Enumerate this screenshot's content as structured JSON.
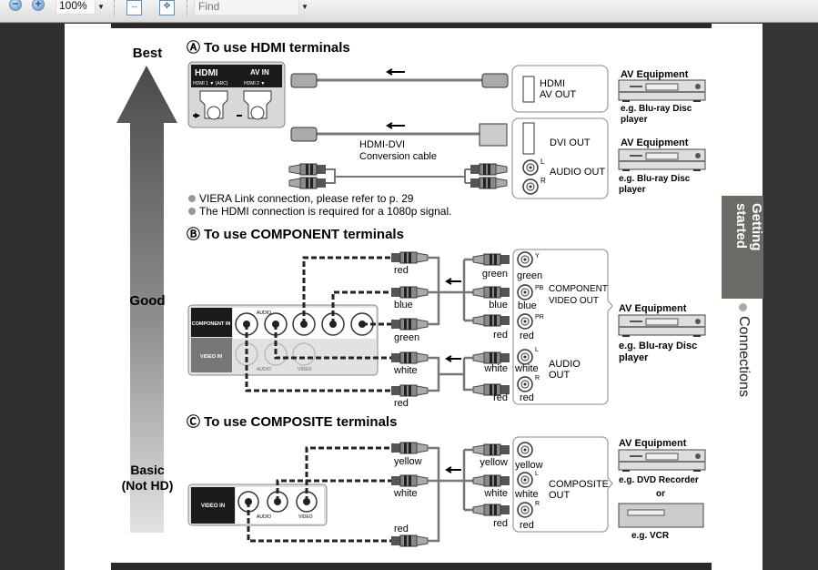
{
  "toolbar": {
    "zoom_value": "100%",
    "find_placeholder": "Find",
    "icons": [
      "zoom-out-icon",
      "zoom-in-icon",
      "fit-width-icon",
      "fit-page-icon"
    ]
  },
  "quality": {
    "best": "Best",
    "good": "Good",
    "basic": "Basic",
    "basic_sub": "(Not HD)"
  },
  "hdmi": {
    "title": "Ⓐ To use HDMI terminals",
    "tv_logo": "HDMI",
    "tv_avin": "AV IN",
    "port1": "HDMI 1 ▼ (ARC)",
    "port2": "HDMI 2 ▼",
    "box1": [
      "HDMI",
      "AV OUT"
    ],
    "cable2_label": [
      "HDMI-DVI",
      "Conversion cable"
    ],
    "dvi_out": "DVI OUT",
    "audio_out": "AUDIO OUT",
    "l": "L",
    "r": "R",
    "equip": "AV Equipment",
    "equip_sub": [
      "e.g. Blu-ray Disc",
      "player"
    ],
    "notes": [
      "VIERA Link connection, please refer to p. 29",
      "The HDMI connection is required for a 1080p signal."
    ]
  },
  "component": {
    "title": "Ⓑ To use COMPONENT terminals",
    "panel_comp": "COMPONENT IN",
    "panel_video": "VIDEO IN",
    "audio": "AUDIO",
    "video": "VIDEO",
    "left_labels": [
      "red",
      "blue",
      "green",
      "white",
      "red"
    ],
    "right_labels": [
      "green",
      "blue",
      "red",
      "white",
      "red"
    ],
    "jack_labels": [
      "green",
      "blue",
      "red",
      "white",
      "red"
    ],
    "jack_sup": [
      "Y",
      "PB",
      "PR",
      "L",
      "R"
    ],
    "box_video": [
      "COMPONENT",
      "VIDEO OUT"
    ],
    "box_audio": [
      "AUDIO",
      "OUT"
    ],
    "equip": "AV Equipment",
    "equip_sub": [
      "e.g. Blu-ray Disc",
      "player"
    ]
  },
  "composite": {
    "title": "Ⓒ To use COMPOSITE terminals",
    "panel": "VIDEO IN",
    "audio": "AUDIO",
    "video": "VIDEO",
    "left_labels": [
      "yellow",
      "white",
      "red"
    ],
    "right_labels": [
      "yellow",
      "white",
      "red"
    ],
    "jack_labels": [
      "yellow",
      "white",
      "red"
    ],
    "jack_sup": [
      "L",
      "R"
    ],
    "box": [
      "COMPOSITE",
      "OUT"
    ],
    "equip": "AV Equipment",
    "equip_sub1": "e.g. DVD Recorder",
    "or": "or",
    "equip_sub2": "e.g. VCR"
  },
  "side_tab": {
    "section": "Getting started",
    "sub": "Connections"
  }
}
